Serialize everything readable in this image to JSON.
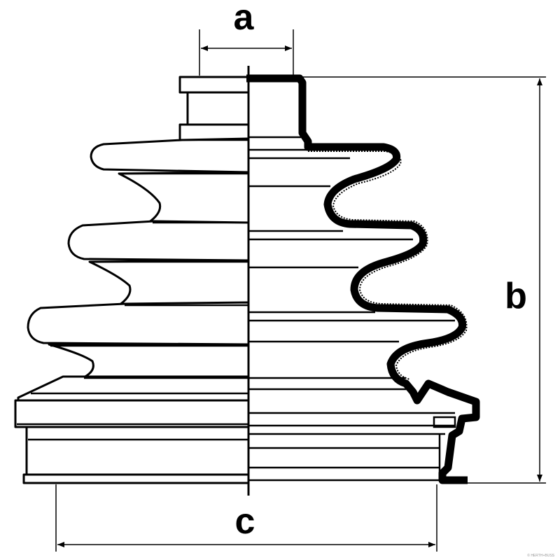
{
  "colors": {
    "line": "#000000",
    "background": "#ffffff",
    "watermark": "#9a9a9a"
  },
  "dimensions": {
    "a_label": "a",
    "b_label": "b",
    "c_label": "c"
  },
  "watermark": {
    "text": "© HERTH+BUSS"
  },
  "icons": {
    "dimension_arrow": "arrowhead"
  }
}
